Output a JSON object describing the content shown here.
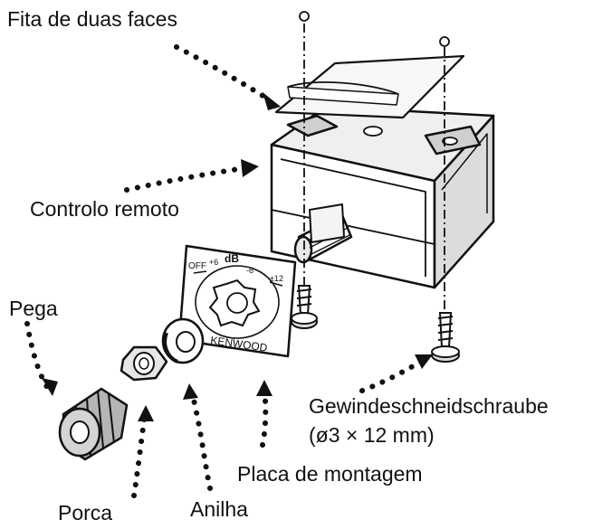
{
  "labels": {
    "tape": "Fita de duas faces",
    "remote": "Controlo remoto",
    "handle": "Pega",
    "screw_name": "Gewindeschneidschraube",
    "screw_size": "(ø3 × 12 mm)",
    "plate": "Placa de montagem",
    "nut": "Porca",
    "washer": "Anilha"
  },
  "plate_markings": {
    "brand": "KENWOOD",
    "unit": "dB",
    "off": "OFF",
    "p6": "+6",
    "m6": "-6",
    "p12": "±12"
  },
  "colors": {
    "ink": "#111111",
    "shade": "#d9d9d9",
    "dark": "#8a8a8a"
  }
}
